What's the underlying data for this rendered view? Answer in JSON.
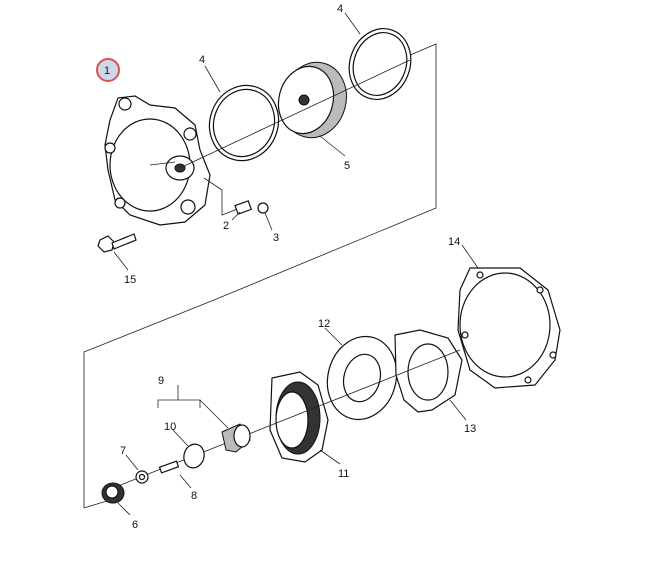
{
  "highlight": {
    "label": "1",
    "color": "#d9534f"
  },
  "callouts": {
    "c2": "2",
    "c3": "3",
    "c4a": "4",
    "c4b": "4",
    "c5": "5",
    "c6": "6",
    "c7": "7",
    "c8": "8",
    "c9": "9",
    "c10": "10",
    "c11": "11",
    "c12": "12",
    "c13": "13",
    "c14": "14",
    "c15": "15"
  },
  "colors": {
    "line": "#222222",
    "highlight_fill": "#cfd8ea"
  }
}
